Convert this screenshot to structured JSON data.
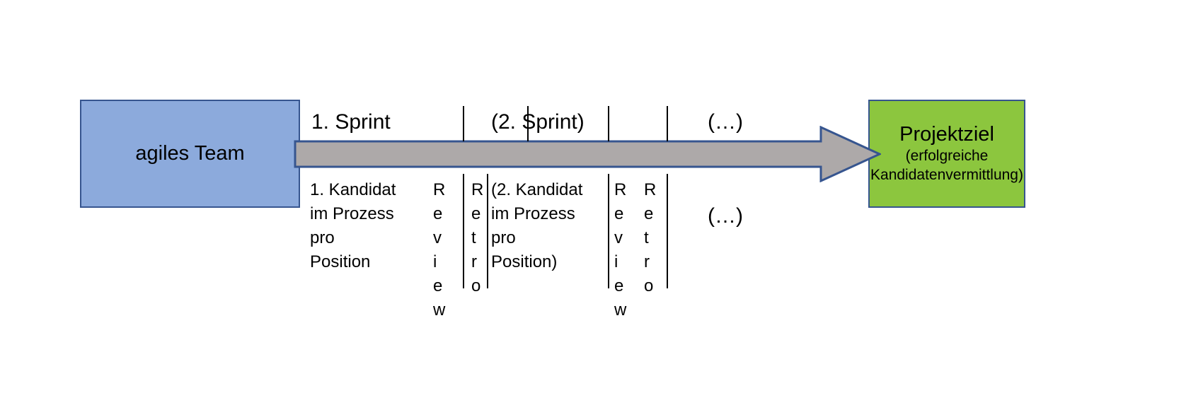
{
  "diagram": {
    "title_hidden": "",
    "colors": {
      "team_fill": "#8CAADC",
      "goal_fill": "#8CC63E",
      "box_border": "#36558F",
      "arrow_fill": "#ADA9A9",
      "arrow_border": "#36558F",
      "divider": "#000000",
      "background": "#FFFFFF"
    },
    "team_box": {
      "label": "agiles Team"
    },
    "goal_box": {
      "title": "Projektziel",
      "subtitle_line1": "(erfolgreiche",
      "subtitle_line2": "Kandidatenvermittlung)"
    },
    "timeline": {
      "sprint1_label": "1. Sprint",
      "sprint2_label": "(2. Sprint)",
      "ellipsis_top_label": "(…)",
      "ellipsis_bottom_label": "(…)"
    },
    "sprint1_detail": "1. Kandidat\nim Prozess\npro\nPosition",
    "sprint2_detail": "(2. Kandidat\nim Prozess\npro\nPosition)",
    "ceremonies": {
      "review_label": "Review",
      "retro_label": "Retro"
    },
    "ceremony_columns": [
      {
        "name": "review-1",
        "letters": [
          "R",
          "e",
          "v",
          "i",
          "e",
          "w"
        ]
      },
      {
        "name": "retro-1",
        "letters": [
          "R",
          "e",
          "t",
          "r",
          "o"
        ]
      },
      {
        "name": "review-2",
        "letters": [
          "R",
          "e",
          "v",
          "i",
          "e",
          "w"
        ]
      },
      {
        "name": "retro-2",
        "letters": [
          "R",
          "e",
          "t",
          "r",
          "o"
        ]
      }
    ]
  }
}
